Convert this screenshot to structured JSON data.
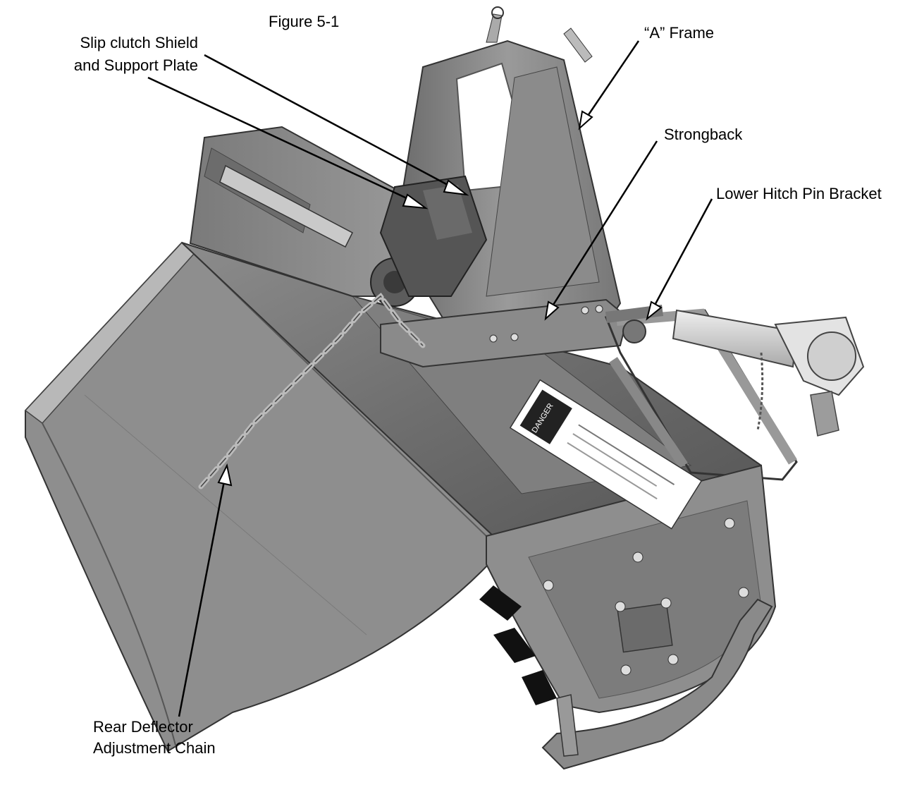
{
  "figure": {
    "caption": "Figure 5-1",
    "callouts": {
      "slip_clutch": [
        "Slip clutch Shield",
        "and Support Plate"
      ],
      "a_frame": "“A” Frame",
      "strongback": "Strongback",
      "lower_hitch": "Lower Hitch Pin Bracket",
      "rear_deflector": [
        "Rear Deflector",
        "Adjustment Chain"
      ]
    },
    "decals": {
      "danger": "DANGER"
    }
  },
  "colors": {
    "line": "#000000",
    "machine_light": "#9a9a9a",
    "machine_dark": "#4a4a4a",
    "background": "#ffffff"
  }
}
